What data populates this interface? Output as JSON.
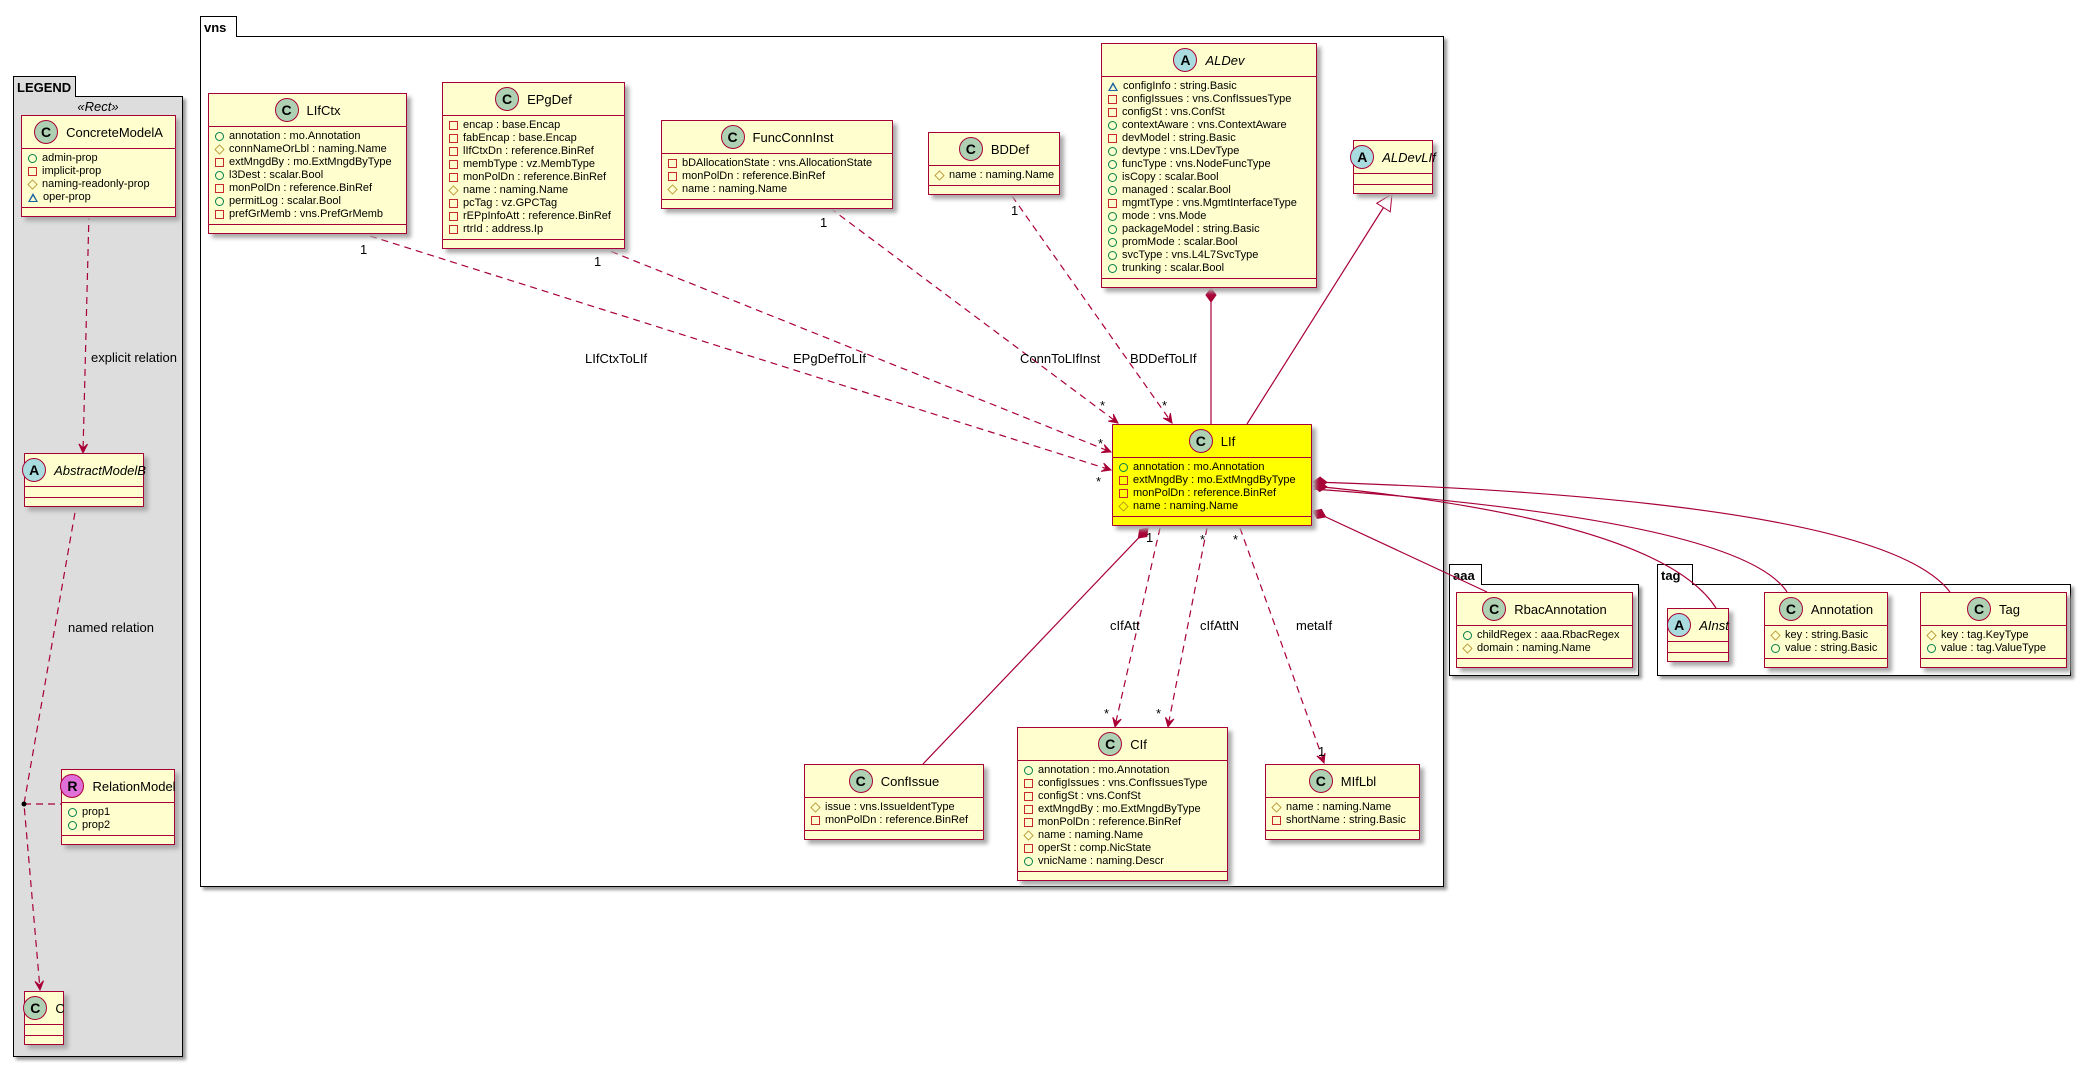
{
  "packages": [
    {
      "id": "legend",
      "name": "LEGEND",
      "stereotype": "«Rect»"
    },
    {
      "id": "vns",
      "name": "vns"
    },
    {
      "id": "aaa",
      "name": "aaa"
    },
    {
      "id": "tag",
      "name": "tag"
    }
  ],
  "classes": [
    {
      "id": "ConcreteModelA",
      "name": "ConcreteModelA",
      "kind": "C",
      "attributes": [
        {
          "vis": "+",
          "text": "admin-prop"
        },
        {
          "vis": "-",
          "text": "implicit-prop"
        },
        {
          "vis": "#",
          "text": "naming-readonly-prop"
        },
        {
          "vis": "~",
          "text": "oper-prop"
        }
      ]
    },
    {
      "id": "AbstractModelB",
      "name": "AbstractModelB",
      "kind": "A",
      "attributes": []
    },
    {
      "id": "RelationModel",
      "name": "RelationModel",
      "kind": "R",
      "attributes": [
        {
          "vis": "+",
          "text": "prop1"
        },
        {
          "vis": "+",
          "text": "prop2"
        }
      ]
    },
    {
      "id": "C",
      "name": "C",
      "kind": "C",
      "attributes": []
    },
    {
      "id": "LIfCtx",
      "name": "LIfCtx",
      "kind": "C",
      "attributes": [
        {
          "vis": "+",
          "text": "annotation : mo.Annotation"
        },
        {
          "vis": "#",
          "text": "connNameOrLbl : naming.Name"
        },
        {
          "vis": "-",
          "text": "extMngdBy : mo.ExtMngdByType"
        },
        {
          "vis": "+",
          "text": "l3Dest : scalar.Bool"
        },
        {
          "vis": "-",
          "text": "monPolDn : reference.BinRef"
        },
        {
          "vis": "+",
          "text": "permitLog : scalar.Bool"
        },
        {
          "vis": "-",
          "text": "prefGrMemb : vns.PrefGrMemb"
        }
      ]
    },
    {
      "id": "EPgDef",
      "name": "EPgDef",
      "kind": "C",
      "attributes": [
        {
          "vis": "-",
          "text": "encap : base.Encap"
        },
        {
          "vis": "-",
          "text": "fabEncap : base.Encap"
        },
        {
          "vis": "-",
          "text": "lIfCtxDn : reference.BinRef"
        },
        {
          "vis": "-",
          "text": "membType : vz.MembType"
        },
        {
          "vis": "-",
          "text": "monPolDn : reference.BinRef"
        },
        {
          "vis": "#",
          "text": "name : naming.Name"
        },
        {
          "vis": "-",
          "text": "pcTag : vz.GPCTag"
        },
        {
          "vis": "-",
          "text": "rEPpInfoAtt : reference.BinRef"
        },
        {
          "vis": "-",
          "text": "rtrId : address.Ip"
        }
      ]
    },
    {
      "id": "FuncConnInst",
      "name": "FuncConnInst",
      "kind": "C",
      "attributes": [
        {
          "vis": "-",
          "text": "bDAllocationState : vns.AllocationState"
        },
        {
          "vis": "-",
          "text": "monPolDn : reference.BinRef"
        },
        {
          "vis": "#",
          "text": "name : naming.Name"
        }
      ]
    },
    {
      "id": "BDDef",
      "name": "BDDef",
      "kind": "C",
      "attributes": [
        {
          "vis": "#",
          "text": "name : naming.Name"
        }
      ]
    },
    {
      "id": "ALDev",
      "name": "ALDev",
      "kind": "A",
      "attributes": [
        {
          "vis": "~",
          "text": "configInfo : string.Basic"
        },
        {
          "vis": "-",
          "text": "configIssues : vns.ConfIssuesType"
        },
        {
          "vis": "-",
          "text": "configSt : vns.ConfSt"
        },
        {
          "vis": "+",
          "text": "contextAware : vns.ContextAware"
        },
        {
          "vis": "-",
          "text": "devModel : string.Basic"
        },
        {
          "vis": "+",
          "text": "devtype : vns.LDevType"
        },
        {
          "vis": "+",
          "text": "funcType : vns.NodeFuncType"
        },
        {
          "vis": "+",
          "text": "isCopy : scalar.Bool"
        },
        {
          "vis": "+",
          "text": "managed : scalar.Bool"
        },
        {
          "vis": "-",
          "text": "mgmtType : vns.MgmtInterfaceType"
        },
        {
          "vis": "+",
          "text": "mode : vns.Mode"
        },
        {
          "vis": "+",
          "text": "packageModel : string.Basic"
        },
        {
          "vis": "+",
          "text": "promMode : scalar.Bool"
        },
        {
          "vis": "+",
          "text": "svcType : vns.L4L7SvcType"
        },
        {
          "vis": "+",
          "text": "trunking : scalar.Bool"
        }
      ]
    },
    {
      "id": "ALDevLIf",
      "name": "ALDevLIf",
      "kind": "A",
      "attributes": []
    },
    {
      "id": "LIf",
      "name": "LIf",
      "kind": "C",
      "highlight": true,
      "attributes": [
        {
          "vis": "+",
          "text": "annotation : mo.Annotation"
        },
        {
          "vis": "-",
          "text": "extMngdBy : mo.ExtMngdByType"
        },
        {
          "vis": "-",
          "text": "monPolDn : reference.BinRef"
        },
        {
          "vis": "#",
          "text": "name : naming.Name"
        }
      ]
    },
    {
      "id": "ConfIssue",
      "name": "ConfIssue",
      "kind": "C",
      "attributes": [
        {
          "vis": "#",
          "text": "issue : vns.IssueIdentType"
        },
        {
          "vis": "-",
          "text": "monPolDn : reference.BinRef"
        }
      ]
    },
    {
      "id": "CIf",
      "name": "CIf",
      "kind": "C",
      "attributes": [
        {
          "vis": "+",
          "text": "annotation : mo.Annotation"
        },
        {
          "vis": "-",
          "text": "configIssues : vns.ConfIssuesType"
        },
        {
          "vis": "-",
          "text": "configSt : vns.ConfSt"
        },
        {
          "vis": "-",
          "text": "extMngdBy : mo.ExtMngdByType"
        },
        {
          "vis": "-",
          "text": "monPolDn : reference.BinRef"
        },
        {
          "vis": "#",
          "text": "name : naming.Name"
        },
        {
          "vis": "-",
          "text": "operSt : comp.NicState"
        },
        {
          "vis": "+",
          "text": "vnicName : naming.Descr"
        }
      ]
    },
    {
      "id": "MIfLbl",
      "name": "MIfLbl",
      "kind": "C",
      "attributes": [
        {
          "vis": "#",
          "text": "name : naming.Name"
        },
        {
          "vis": "-",
          "text": "shortName : string.Basic"
        }
      ]
    },
    {
      "id": "RbacAnnotation",
      "name": "RbacAnnotation",
      "kind": "C",
      "attributes": [
        {
          "vis": "+",
          "text": "childRegex : aaa.RbacRegex"
        },
        {
          "vis": "#",
          "text": "domain : naming.Name"
        }
      ]
    },
    {
      "id": "AInst",
      "name": "AInst",
      "kind": "A",
      "attributes": []
    },
    {
      "id": "Annotation",
      "name": "Annotation",
      "kind": "C",
      "attributes": [
        {
          "vis": "#",
          "text": "key : string.Basic"
        },
        {
          "vis": "+",
          "text": "value : string.Basic"
        }
      ]
    },
    {
      "id": "Tag",
      "name": "Tag",
      "kind": "C",
      "attributes": [
        {
          "vis": "#",
          "text": "key : tag.KeyType"
        },
        {
          "vis": "+",
          "text": "value : tag.ValueType"
        }
      ]
    }
  ],
  "edges": [
    {
      "id": "explicit",
      "from": "ConcreteModelA",
      "to": "AbstractModelB",
      "type": "dependency",
      "label": "explicit relation"
    },
    {
      "id": "named",
      "from": "AbstractModelB",
      "to": "C",
      "type": "dependency",
      "label": "named relation",
      "assoc_class": "RelationModel"
    },
    {
      "id": "LIfCtxToLIf",
      "from": "LIfCtx",
      "to": "LIf",
      "type": "dependency",
      "label": "LIfCtxToLIf",
      "from_mult": "1",
      "to_mult": "*"
    },
    {
      "id": "EPgDefToLIf",
      "from": "EPgDef",
      "to": "LIf",
      "type": "dependency",
      "label": "EPgDefToLIf",
      "from_mult": "1",
      "to_mult": "*"
    },
    {
      "id": "ConnToLIfInst",
      "from": "FuncConnInst",
      "to": "LIf",
      "type": "dependency",
      "label": "ConnToLIfInst",
      "from_mult": "1",
      "to_mult": "*"
    },
    {
      "id": "BDDefToLIf",
      "from": "BDDef",
      "to": "LIf",
      "type": "dependency",
      "label": "BDDefToLIf",
      "from_mult": "1",
      "to_mult": "*"
    },
    {
      "id": "ALDev-LIf",
      "from": "ALDev",
      "to": "LIf",
      "type": "composition"
    },
    {
      "id": "ALDevLIf-LIf",
      "from": "ALDevLIf",
      "to": "LIf",
      "type": "inheritance"
    },
    {
      "id": "LIf-ConfIssue",
      "from": "LIf",
      "to": "ConfIssue",
      "type": "composition",
      "from_mult": "1"
    },
    {
      "id": "cIfAtt",
      "from": "LIf",
      "to": "CIf",
      "type": "dependency",
      "label": "cIfAtt",
      "to_mult": "*"
    },
    {
      "id": "cIfAttN",
      "from": "LIf",
      "to": "CIf",
      "type": "dependency",
      "label": "cIfAttN",
      "from_mult": "*",
      "to_mult": "*"
    },
    {
      "id": "metaIf",
      "from": "LIf",
      "to": "MIfLbl",
      "type": "dependency",
      "label": "metaIf",
      "from_mult": "*",
      "to_mult": "1"
    },
    {
      "id": "LIf-RbacAnnotation",
      "from": "LIf",
      "to": "RbacAnnotation",
      "type": "composition"
    },
    {
      "id": "LIf-AInst",
      "from": "LIf",
      "to": "AInst",
      "type": "composition"
    },
    {
      "id": "LIf-Annotation",
      "from": "LIf",
      "to": "Annotation",
      "type": "composition"
    },
    {
      "id": "LIf-Tag",
      "from": "LIf",
      "to": "Tag",
      "type": "composition"
    }
  ],
  "colors": {
    "class_fill": "#FEFECE",
    "class_border": "#A80036",
    "highlight_fill": "#FFFF00",
    "legend_fill": "#DDDDDD",
    "edge": "#A80036"
  }
}
